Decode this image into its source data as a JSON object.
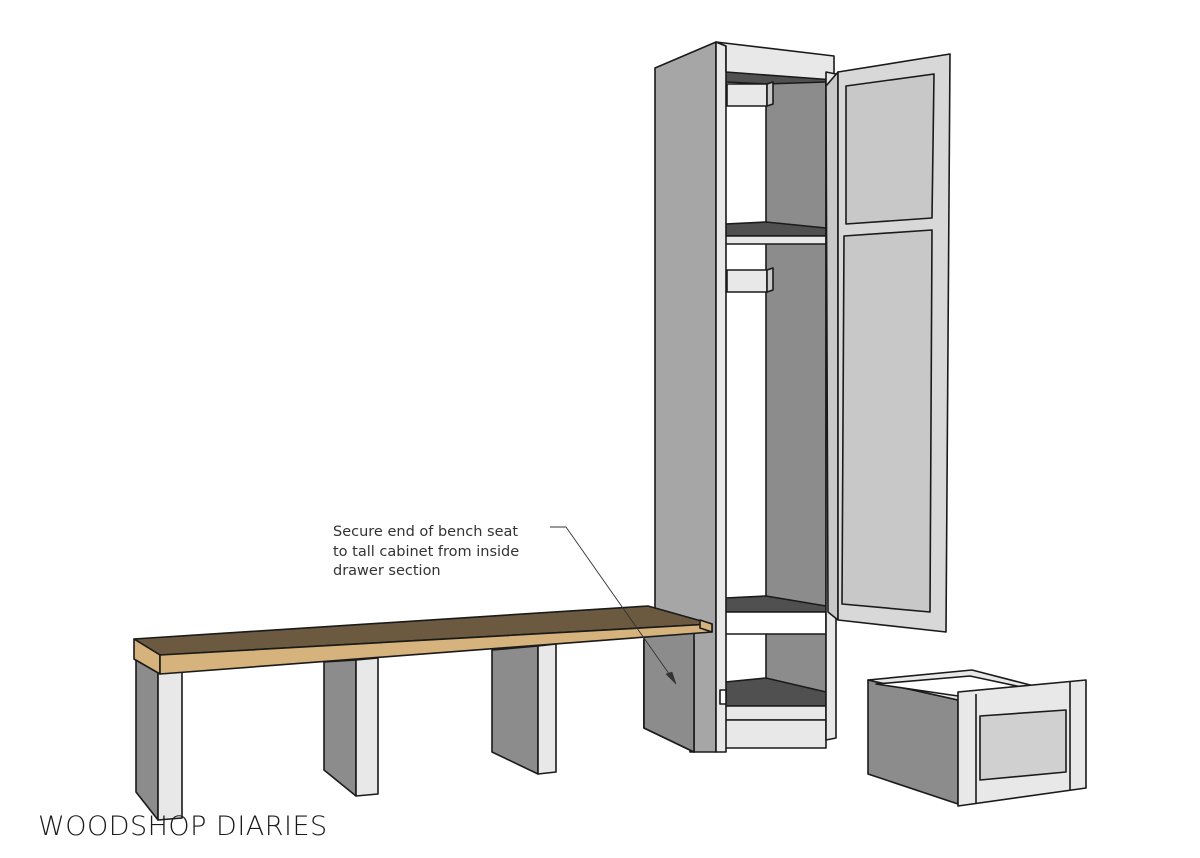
{
  "annotation": {
    "lines": [
      "Secure end of bench seat",
      "to tall cabinet from inside",
      "drawer section"
    ]
  },
  "brand": {
    "text": "WOODSHOP DIARIES"
  },
  "colors": {
    "panel_light": "#e8e8e8",
    "panel_mid": "#a6a6a6",
    "panel_dark": "#8c8c8c",
    "interior_dark": "#505050",
    "wood_top": "#6b5a3f",
    "wood_edge": "#d6b27c",
    "outline": "#1a1a1a"
  }
}
